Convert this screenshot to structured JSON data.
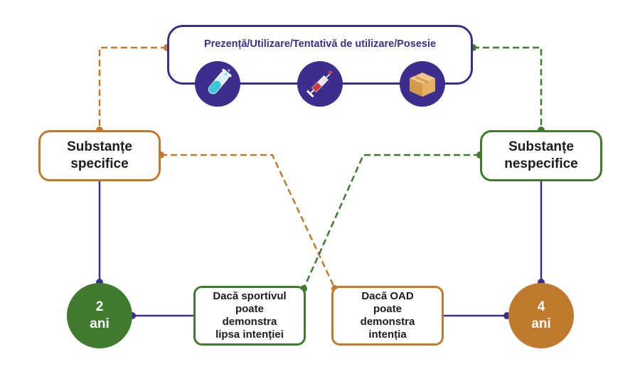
{
  "top": {
    "title": "Prezență/Utilizare/Tentativă de utilizare/Posesie",
    "icons": [
      "test-tube-icon",
      "syringe-icon",
      "package-box-icon"
    ]
  },
  "substances": {
    "specific": "Substanțe\nspecifice",
    "nonspecific": "Substanțe\nnespecifice"
  },
  "conditions": {
    "athlete": "Dacă sportivul\npoate\ndemonstra\nlipsa intenției",
    "oad": "Dacă OAD\npoate\ndemonstra\nintenția"
  },
  "outcomes": {
    "two_years": "2\nani",
    "four_years": "4\nani"
  },
  "colors": {
    "navy": "#3c2e8c",
    "orange": "#c07a2e",
    "green": "#3f7a2f"
  }
}
